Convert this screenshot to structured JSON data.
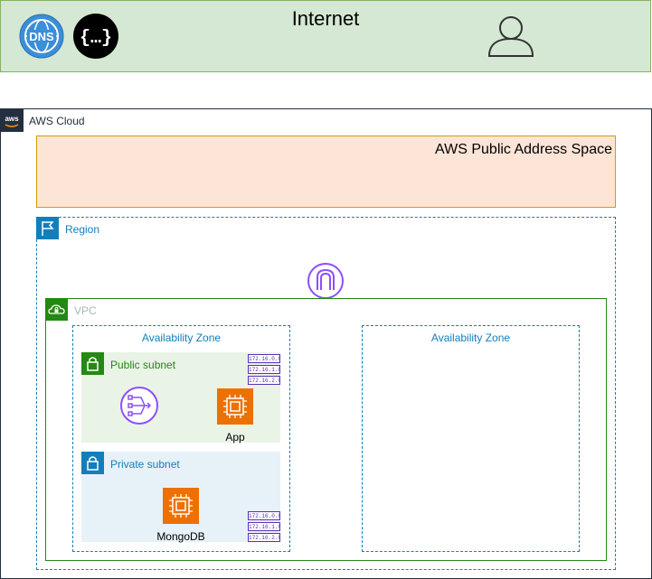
{
  "internet": {
    "title": "Internet",
    "icons": [
      "dns-icon",
      "api-gateway-icon",
      "user-icon"
    ]
  },
  "aws_cloud": {
    "label": "AWS Cloud"
  },
  "public_address_space": {
    "label": "AWS Public Address Space"
  },
  "region": {
    "label": "Region"
  },
  "vpc": {
    "label": "VPC"
  },
  "availability_zones": [
    {
      "label": "Availability Zone"
    },
    {
      "label": "Availability Zone"
    }
  ],
  "public_subnet": {
    "label": "Public subnet",
    "cidrs": [
      "172.16.0.0",
      "172.16.1.0",
      "172.16.2.0"
    ],
    "app_label": "App"
  },
  "private_subnet": {
    "label": "Private subnet",
    "cidrs": [
      "172.16.0.0",
      "172.16.1.0",
      "172.16.2.0"
    ],
    "db_label": "MongoDB"
  },
  "colors": {
    "internet_fill": "#d5e8d4",
    "public_space_fill": "#fce4d6",
    "region_border": "#147eba",
    "vpc_border": "#248814",
    "compute_orange": "#ed7100",
    "network_purple": "#8c4fff"
  }
}
